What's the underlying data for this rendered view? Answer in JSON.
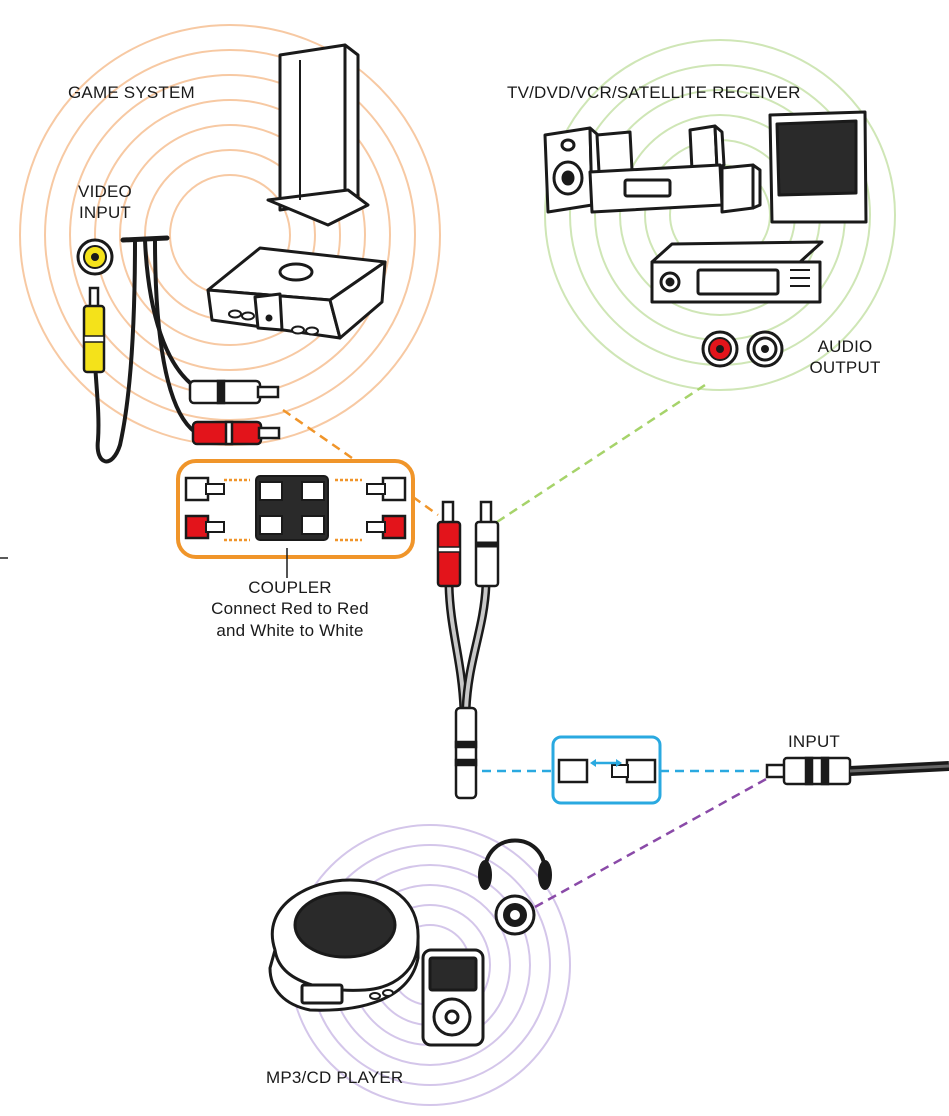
{
  "labels": {
    "game_system": "GAME SYSTEM",
    "video_input_line1": "VIDEO",
    "video_input_line2": "INPUT",
    "tv_receiver": "TV/DVD/VCR/SATELLITE RECEIVER",
    "audio_output_line1": "AUDIO",
    "audio_output_line2": "OUTPUT",
    "coupler": "COUPLER",
    "coupler_note_line1": "Connect Red to Red",
    "coupler_note_line2": "and White to White",
    "input": "INPUT",
    "mp3_cd_player": "MP3/CD PLAYER"
  },
  "colors": {
    "game_rings": "#f7c9a3",
    "tv_rings": "#cfe6b6",
    "mp3_rings": "#d4c6ea",
    "coupler_frame": "#f0952a",
    "adapter_frame": "#2aa9e0",
    "green_dash": "#a6d36a",
    "orange_dash": "#f0952a",
    "blue_dash": "#2aa9e0",
    "purple_dash": "#8a4aa8",
    "plug_red": "#e3141b",
    "plug_yellow": "#f4e21a"
  }
}
